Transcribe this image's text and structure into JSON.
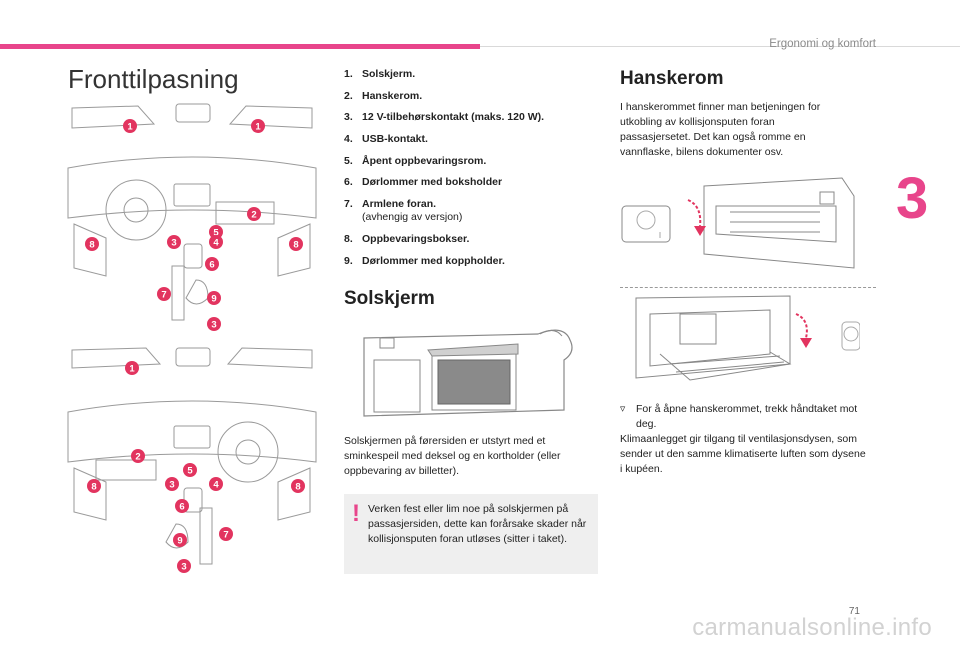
{
  "header": {
    "chapter_title": "Ergonomi og komfort",
    "chapter_number": "3",
    "page_number": "71"
  },
  "watermark": "carmanualsonline.info",
  "page_title": "Fronttilpasning",
  "parts": [
    {
      "num": "1.",
      "label": "Solskjerm."
    },
    {
      "num": "2.",
      "label": "Hanskerom."
    },
    {
      "num": "3.",
      "label": "12 V-tilbehørskontakt (maks. 120 W)."
    },
    {
      "num": "4.",
      "label": "USB-kontakt."
    },
    {
      "num": "5.",
      "label": "Åpent oppbevaringsrom."
    },
    {
      "num": "6.",
      "label": "Dørlommer med boksholder"
    },
    {
      "num": "7.",
      "label": "Armlene foran.",
      "note": "(avhengig av versjon)"
    },
    {
      "num": "8.",
      "label": "Oppbevaringsbokser."
    },
    {
      "num": "9.",
      "label": "Dørlommer med koppholder."
    }
  ],
  "diagram_top": {
    "callouts": [
      "1",
      "1",
      "2",
      "5",
      "3",
      "4",
      "8",
      "8",
      "6",
      "7",
      "9",
      "3"
    ]
  },
  "diagram_bottom": {
    "callouts": [
      "1",
      "2",
      "5",
      "3",
      "4",
      "8",
      "8",
      "6",
      "7",
      "9",
      "3"
    ]
  },
  "sun_visor": {
    "title": "Solskjerm",
    "text": "Solskjermen på førersiden er utstyrt med et sminkespeil med deksel og en kortholder (eller oppbevaring av billetter).",
    "warning": "Verken fest eller lim noe på solskjermen på passasjersiden, dette kan forårsake skader når kollisjonsputen foran utløses (sitter i taket)."
  },
  "glovebox": {
    "title": "Hanskerom",
    "text": "I hanskerommet finner man betjeningen for utkobling av kollisjonsputen foran passasjersetet. Det kan også romme en vannflaske, bilens dokumenter osv.",
    "bullet_symbol": "▿",
    "bullet_text": "For å åpne hanskerommet, trekk håndtaket mot deg.",
    "climate_text": "Klimaanlegget gir tilgang til ventilasjonsdysen, som sender ut den samme klimatiserte luften som dysene i kupéen."
  },
  "colors": {
    "accent": "#e8458b",
    "callout": "#e2345f",
    "warning_bg": "#efefef"
  }
}
